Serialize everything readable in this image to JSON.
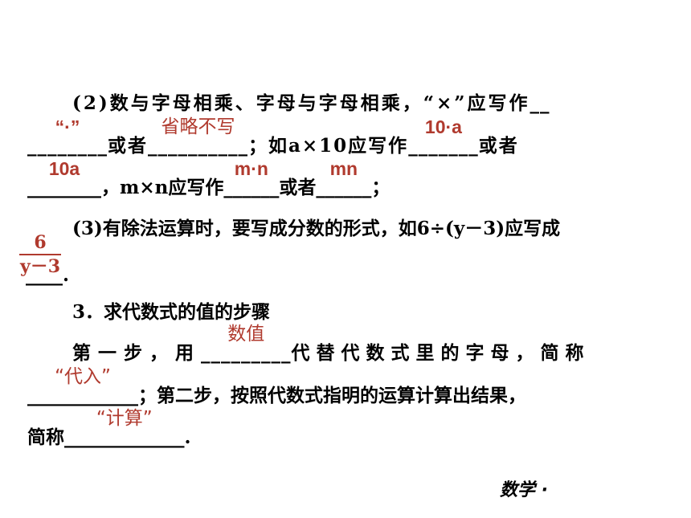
{
  "item2": {
    "line1_text": "(2)数与字母相乘、字母与字母相乘，“×”应写作",
    "line1_tail": "__",
    "blank_dot": "“·”",
    "blank_dot_line": "________",
    "or1": "或者",
    "blank_omit": "省略不写",
    "blank_omit_line": "__________",
    "mid1": "；如a×10应写作",
    "blank_10a_dot": "10·a",
    "blank_10a_dot_line": "_______",
    "or2": "或者",
    "blank_10a": "10a",
    "blank_10a_line": "________",
    "mid2": "，m×n应写作",
    "blank_mn_dot": "m·n",
    "blank_mn_dot_line": "______",
    "or3": "或者",
    "blank_mn": "mn",
    "blank_mn_line": "______",
    "end": "；"
  },
  "item3_division": {
    "text": "(3)有除法运算时，要写成分数的形式，如6÷(y－3)应写成",
    "frac_num": "6",
    "frac_den": "y－3",
    "blank_line": "____",
    "end": "."
  },
  "section3": {
    "heading": "3．求代数式的值的步骤",
    "step1_pre": "第一步，用",
    "blank_value": "数值",
    "blank_value_line": "_________",
    "step1_post": "代替代数式里的字母，简称",
    "blank_sub": "“代入”",
    "blank_sub_line": "____________",
    "step2": "；第二步，按照代数式指明的运算计算出结果，",
    "call": "简称",
    "blank_calc": "“计算”",
    "blank_calc_line": "_____________",
    "end": "."
  },
  "footer": {
    "subject": "数学 ·"
  }
}
